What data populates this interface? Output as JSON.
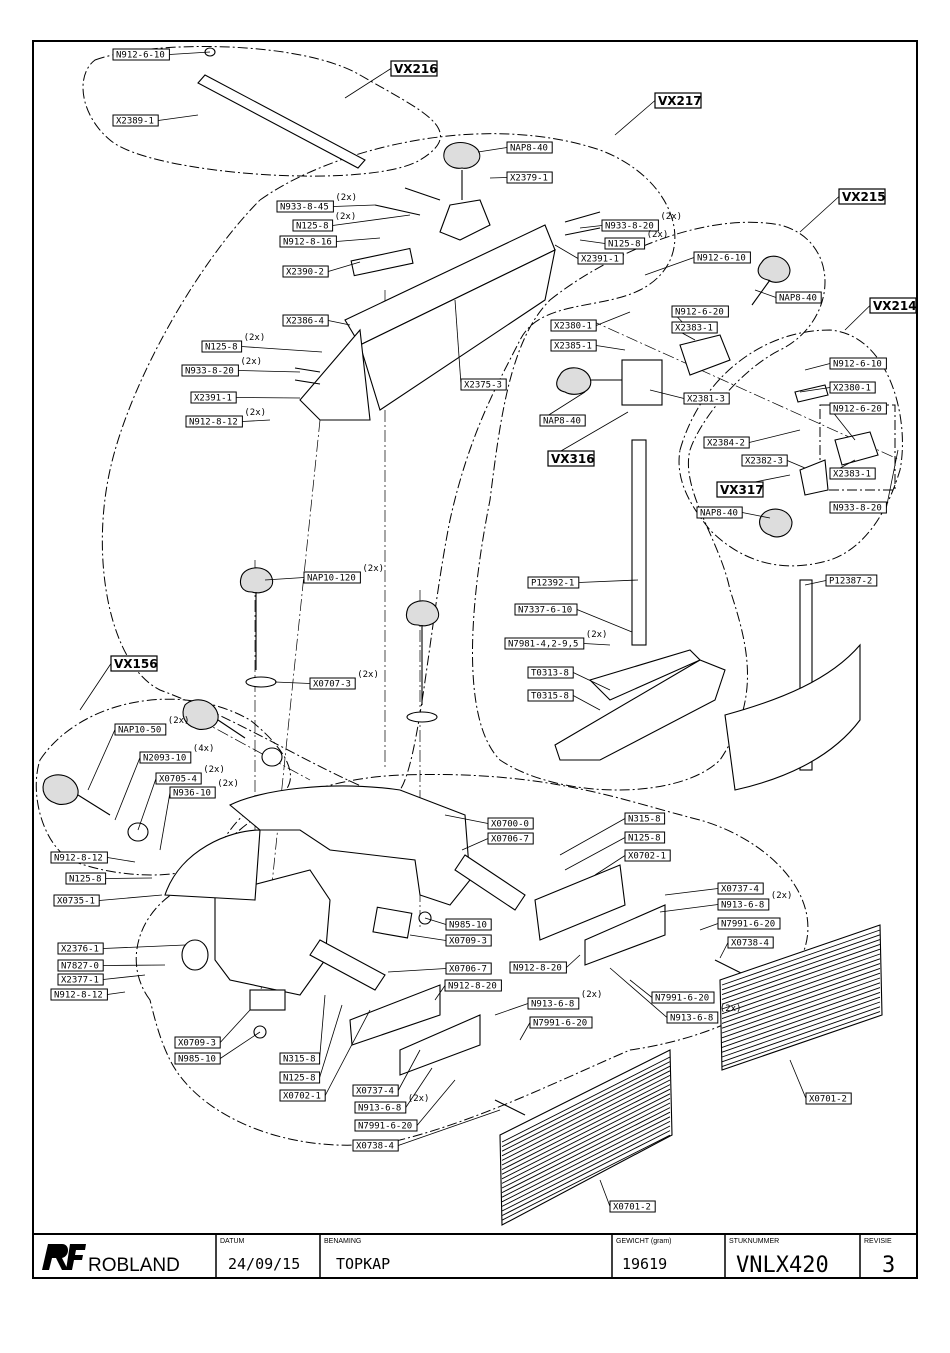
{
  "groups": [
    {
      "id": "VX216",
      "label": "VX216"
    },
    {
      "id": "VX217",
      "label": "VX217"
    },
    {
      "id": "VX215",
      "label": "VX215"
    },
    {
      "id": "VX214",
      "label": "VX214"
    },
    {
      "id": "VX316",
      "label": "VX316"
    },
    {
      "id": "VX317",
      "label": "VX317"
    },
    {
      "id": "VX156",
      "label": "VX156"
    }
  ],
  "parts": [
    {
      "label": "N912-6-10",
      "qty": ""
    },
    {
      "label": "X2389-1",
      "qty": ""
    },
    {
      "label": "NAP8-40",
      "qty": ""
    },
    {
      "label": "X2379-1",
      "qty": ""
    },
    {
      "label": "N933-8-45",
      "qty": "(2x)"
    },
    {
      "label": "N125-8",
      "qty": "(2x)"
    },
    {
      "label": "N912-8-16",
      "qty": ""
    },
    {
      "label": "N933-8-20",
      "qty": "(2x)"
    },
    {
      "label": "N125-8",
      "qty": "(2x)"
    },
    {
      "label": "X2391-1",
      "qty": ""
    },
    {
      "label": "X2390-2",
      "qty": ""
    },
    {
      "label": "N912-6-10",
      "qty": ""
    },
    {
      "label": "NAP8-40",
      "qty": ""
    },
    {
      "label": "X2386-4",
      "qty": ""
    },
    {
      "label": "X2380-1",
      "qty": ""
    },
    {
      "label": "N912-6-20",
      "qty": ""
    },
    {
      "label": "X2383-1",
      "qty": ""
    },
    {
      "label": "X2385-1",
      "qty": ""
    },
    {
      "label": "N125-8",
      "qty": "(2x)"
    },
    {
      "label": "N933-8-20",
      "qty": "(2x)"
    },
    {
      "label": "X2375-3",
      "qty": ""
    },
    {
      "label": "X2391-1",
      "qty": ""
    },
    {
      "label": "X2381-3",
      "qty": ""
    },
    {
      "label": "N912-8-12",
      "qty": "(2x)"
    },
    {
      "label": "NAP8-40",
      "qty": ""
    },
    {
      "label": "N912-6-10",
      "qty": ""
    },
    {
      "label": "X2380-1",
      "qty": ""
    },
    {
      "label": "N912-6-20",
      "qty": ""
    },
    {
      "label": "X2384-2",
      "qty": ""
    },
    {
      "label": "X2382-3",
      "qty": ""
    },
    {
      "label": "X2383-1",
      "qty": ""
    },
    {
      "label": "NAP8-40",
      "qty": ""
    },
    {
      "label": "N933-8-20",
      "qty": ""
    },
    {
      "label": "NAP10-120",
      "qty": "(2x)"
    },
    {
      "label": "P12392-1",
      "qty": ""
    },
    {
      "label": "P12387-2",
      "qty": ""
    },
    {
      "label": "N7337-6-10",
      "qty": ""
    },
    {
      "label": "N7981-4,2-9,5",
      "qty": "(2x)"
    },
    {
      "label": "T0313-8",
      "qty": ""
    },
    {
      "label": "X0707-3",
      "qty": "(2x)"
    },
    {
      "label": "T0315-8",
      "qty": ""
    },
    {
      "label": "NAP10-50",
      "qty": "(2x)"
    },
    {
      "label": "N2093-10",
      "qty": "(4x)"
    },
    {
      "label": "X0705-4",
      "qty": "(2x)"
    },
    {
      "label": "N936-10",
      "qty": "(2x)"
    },
    {
      "label": "X0700-0",
      "qty": ""
    },
    {
      "label": "N315-8",
      "qty": ""
    },
    {
      "label": "N125-8",
      "qty": ""
    },
    {
      "label": "X0706-7",
      "qty": ""
    },
    {
      "label": "X0702-1",
      "qty": ""
    },
    {
      "label": "N912-8-12",
      "qty": ""
    },
    {
      "label": "N125-8",
      "qty": ""
    },
    {
      "label": "X0735-1",
      "qty": ""
    },
    {
      "label": "X0737-4",
      "qty": ""
    },
    {
      "label": "N913-6-8",
      "qty": "(2x)"
    },
    {
      "label": "N985-10",
      "qty": ""
    },
    {
      "label": "N7991-6-20",
      "qty": ""
    },
    {
      "label": "X0709-3",
      "qty": ""
    },
    {
      "label": "X0738-4",
      "qty": ""
    },
    {
      "label": "X2376-1",
      "qty": ""
    },
    {
      "label": "N7827-0",
      "qty": ""
    },
    {
      "label": "X0706-7",
      "qty": ""
    },
    {
      "label": "X2377-1",
      "qty": ""
    },
    {
      "label": "N912-8-20",
      "qty": ""
    },
    {
      "label": "N912-8-12",
      "qty": ""
    },
    {
      "label": "N912-8-20",
      "qty": ""
    },
    {
      "label": "N7991-6-20",
      "qty": ""
    },
    {
      "label": "N913-6-8",
      "qty": "(2x)"
    },
    {
      "label": "N913-6-8",
      "qty": "(2x)"
    },
    {
      "label": "N7991-6-20",
      "qty": ""
    },
    {
      "label": "X0709-3",
      "qty": ""
    },
    {
      "label": "N985-10",
      "qty": ""
    },
    {
      "label": "N315-8",
      "qty": ""
    },
    {
      "label": "N125-8",
      "qty": ""
    },
    {
      "label": "X0702-1",
      "qty": ""
    },
    {
      "label": "X0737-4",
      "qty": ""
    },
    {
      "label": "N913-6-8",
      "qty": "(2x)"
    },
    {
      "label": "N7991-6-20",
      "qty": ""
    },
    {
      "label": "X0738-4",
      "qty": ""
    },
    {
      "label": "X0701-2",
      "qty": ""
    },
    {
      "label": "X0701-2",
      "qty": ""
    }
  ],
  "title_block": {
    "logo_text": "ROBLAND",
    "datum_label": "DATUM",
    "datum_value": "24/09/15",
    "benaming_label": "BENAMING",
    "benaming_value": "TOPKAP",
    "gewicht_label": "GEWICHT (gram)",
    "gewicht_value": "19619",
    "stuknummer_label": "STUKNUMMER",
    "stuknummer_value": "VNLX420",
    "revisie_label": "REVISIE",
    "revisie_value": "3"
  }
}
